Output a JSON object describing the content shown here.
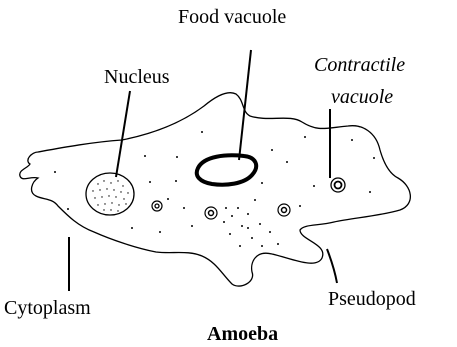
{
  "diagram": {
    "labels": {
      "food_vacuole": "Food vacuole",
      "nucleus": "Nucleus",
      "contractile_vacuole_line1": "Contractile",
      "contractile_vacuole_line2": "vacuole",
      "cytoplasm": "Cytoplasm",
      "pseudopod": "Pseudopod"
    },
    "caption": "Amoeba",
    "colors": {
      "ink": "#000000",
      "background": "#ffffff"
    }
  }
}
